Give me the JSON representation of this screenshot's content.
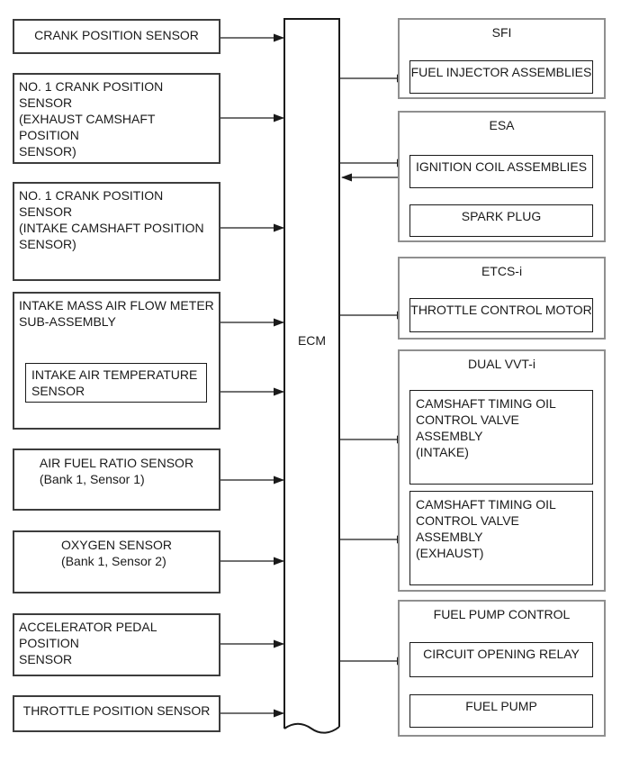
{
  "diagram": {
    "ecm": {
      "label": "ECM"
    },
    "inputs": [
      {
        "label": "CRANK POSITION SENSOR"
      },
      {
        "label": "NO. 1 CRANK POSITION SENSOR\n(EXHAUST CAMSHAFT POSITION\nSENSOR)"
      },
      {
        "label": "NO. 1 CRANK POSITION SENSOR\n(INTAKE CAMSHAFT POSITION\nSENSOR)"
      },
      {
        "label": "INTAKE MASS AIR FLOW METER\nSUB-ASSEMBLY",
        "child": {
          "label": "INTAKE AIR TEMPERATURE\nSENSOR"
        }
      },
      {
        "label": "AIR FUEL RATIO SENSOR\n(Bank 1, Sensor 1)"
      },
      {
        "label": "OXYGEN SENSOR\n(Bank 1, Sensor 2)"
      },
      {
        "label": "ACCELERATOR PEDAL POSITION\nSENSOR"
      },
      {
        "label": "THROTTLE POSITION SENSOR"
      }
    ],
    "outputs": [
      {
        "title": "SFI",
        "children": [
          {
            "label": "FUEL INJECTOR ASSEMBLIES"
          }
        ]
      },
      {
        "title": "ESA",
        "children": [
          {
            "label": "IGNITION COIL ASSEMBLIES"
          },
          {
            "label": "SPARK PLUG"
          }
        ]
      },
      {
        "title": "ETCS-i",
        "children": [
          {
            "label": "THROTTLE CONTROL MOTOR"
          }
        ]
      },
      {
        "title": "DUAL VVT-i",
        "children": [
          {
            "label": "CAMSHAFT TIMING OIL\nCONTROL VALVE ASSEMBLY\n(INTAKE)"
          },
          {
            "label": "CAMSHAFT TIMING OIL\nCONTROL VALVE ASSEMBLY\n(EXHAUST)"
          }
        ]
      },
      {
        "title": "FUEL PUMP CONTROL",
        "children": [
          {
            "label": "CIRCUIT OPENING RELAY"
          },
          {
            "label": "FUEL PUMP"
          }
        ]
      }
    ],
    "colors": {
      "line": "#1a1a1a",
      "input_border": "#3d3d3d",
      "outer_border": "#8f8f8f",
      "dashed_separator": "#8a8a8a",
      "background": "#ffffff"
    }
  }
}
